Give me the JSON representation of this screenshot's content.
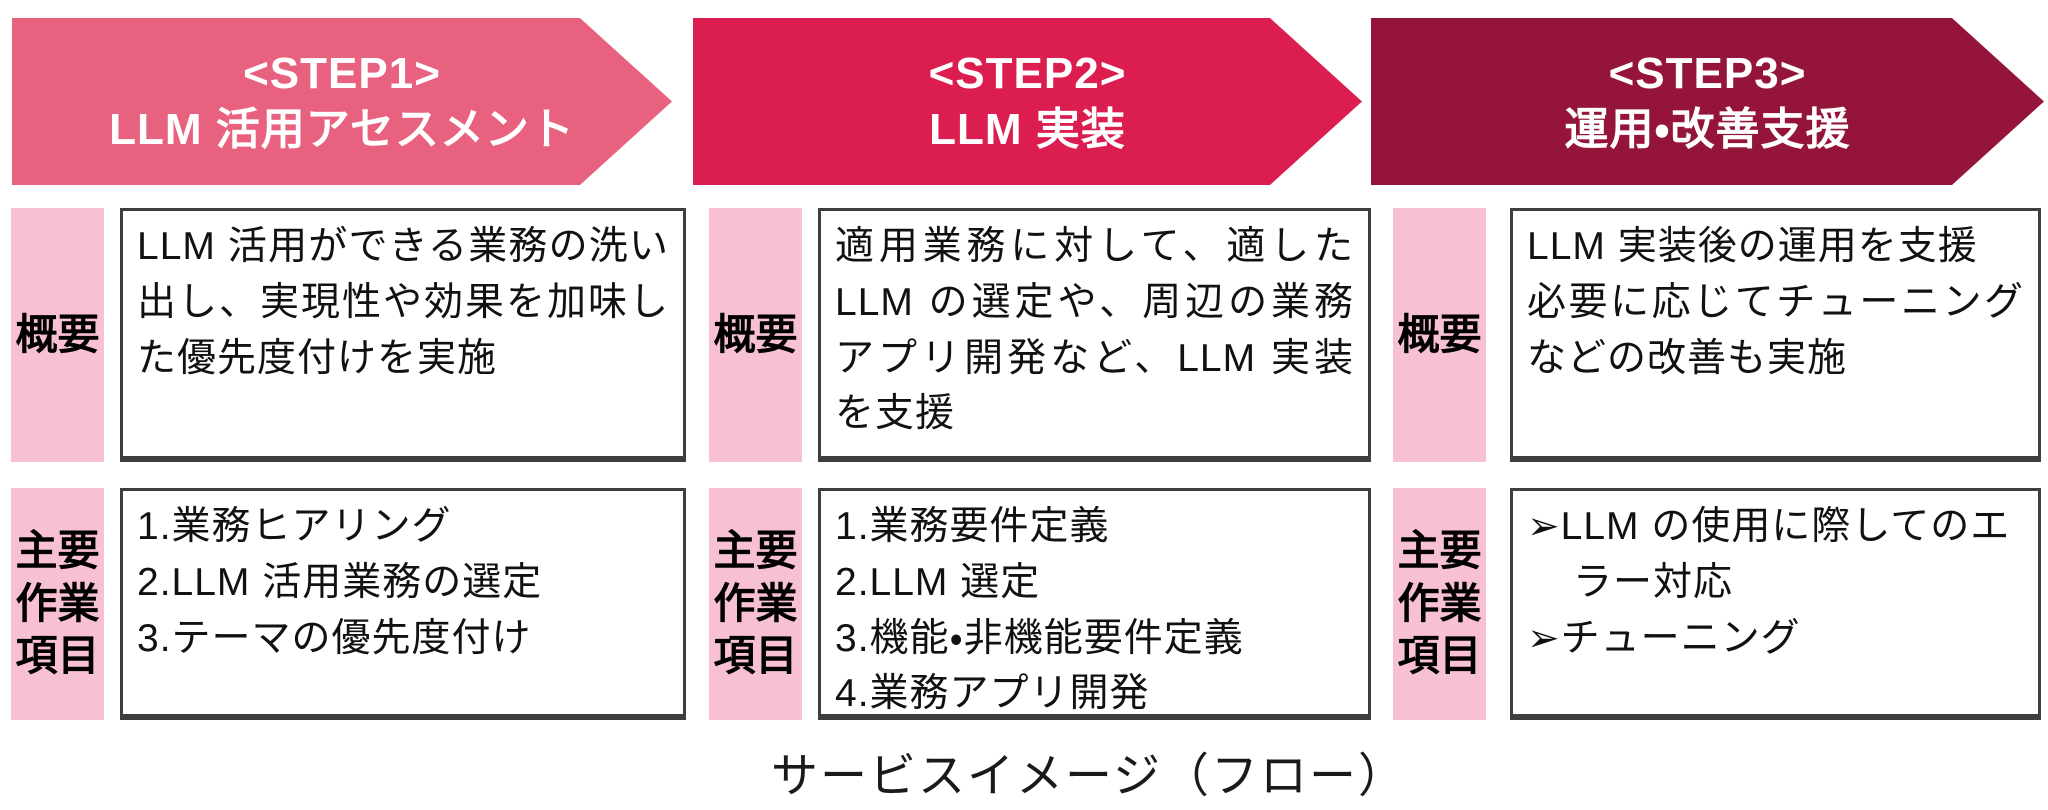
{
  "palette": {
    "step1_arrow": "#E8617F",
    "step2_arrow": "#DB1E4F",
    "step3_arrow": "#95153A",
    "label_cell_pink": "#F8C1D1",
    "box_border": "#3F3F3F",
    "header_text": "#FFFFFF",
    "body_text": "#111111"
  },
  "steps": [
    {
      "header": {
        "line1": "<STEP1>",
        "line2": "LLM 活用アセスメント"
      },
      "overview_label": "概要",
      "overview": [
        "LLM 活用ができる業務の洗い出し、実現性や効果を加味した優先度付けを実施"
      ],
      "tasks_label": [
        "主要",
        "作業",
        "項目"
      ],
      "tasks": [
        "1.業務ヒアリング",
        "2.LLM 活用業務の選定",
        "3.テーマの優先度付け"
      ]
    },
    {
      "header": {
        "line1": "<STEP2>",
        "line2": "LLM 実装"
      },
      "overview_label": "概要",
      "overview": [
        "適用業務に対して、適したLLM の選定や、周辺の業務アプリ開発など、LLM 実装を支援"
      ],
      "tasks_label": [
        "主要",
        "作業",
        "項目"
      ],
      "tasks": [
        "1.業務要件定義",
        "2.LLM 選定",
        "3.機能・非機能要件定義",
        "4.業務アプリ開発"
      ]
    },
    {
      "header": {
        "line1": "<STEP3>",
        "line2": "運用・改善支援"
      },
      "overview_label": "概要",
      "overview": [
        "LLM 実装後の運用を支援",
        "必要に応じてチューニングなどの改善も実施"
      ],
      "tasks_label": [
        "主要",
        "作業",
        "項目"
      ],
      "tasks": [
        "➢LLM の使用に際してのエラー対応",
        "➢チューニング"
      ]
    }
  ],
  "caption": "サービスイメージ（フロー）"
}
